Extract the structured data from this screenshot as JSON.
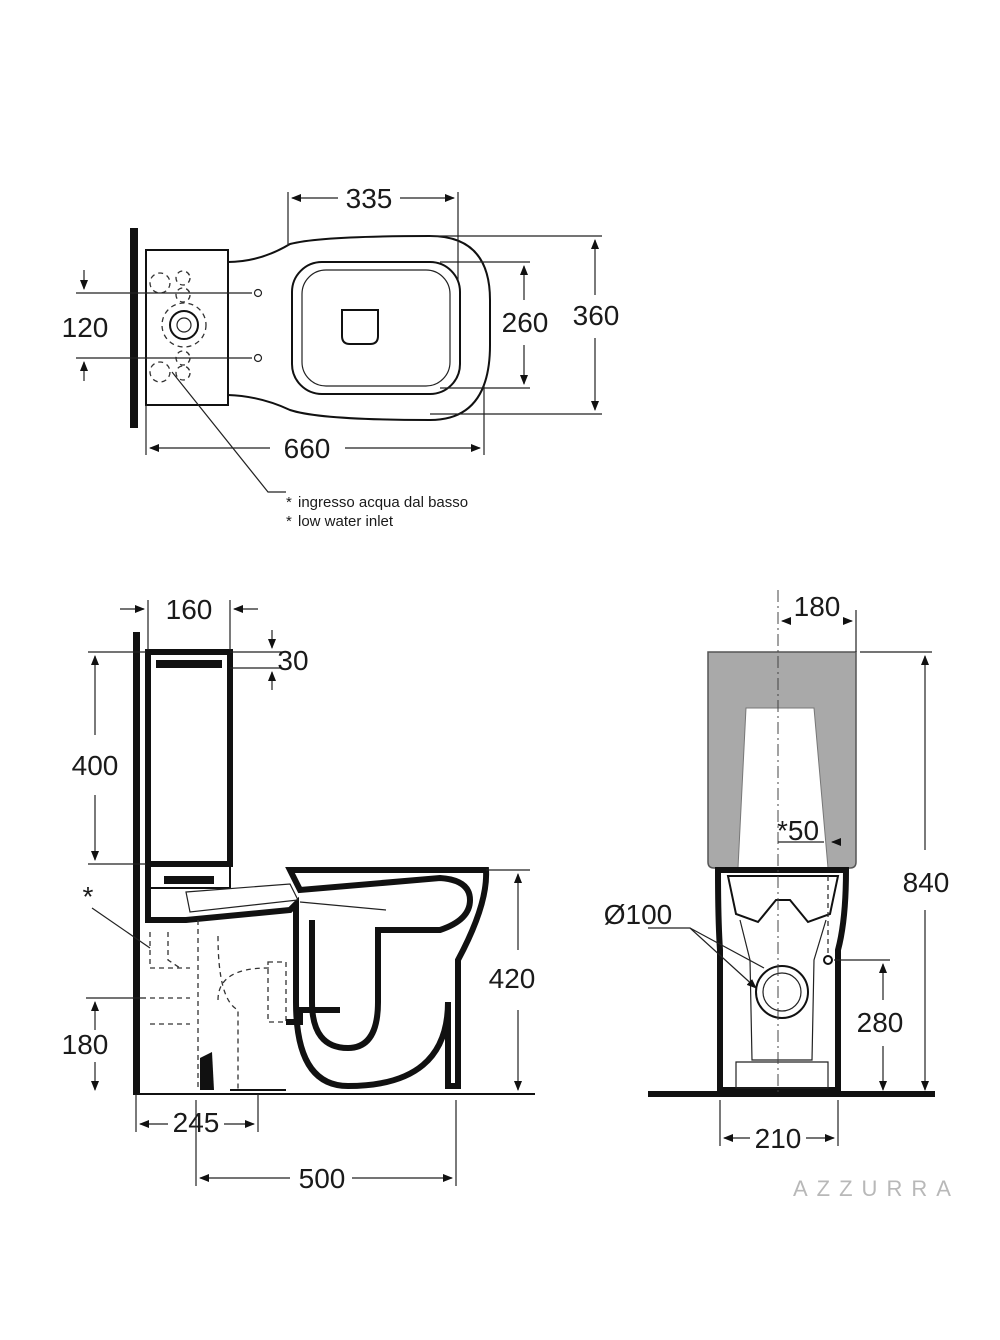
{
  "top_view": {
    "dim_width": "335",
    "dim_inner_depth": "260",
    "dim_depth": "360",
    "dim_holes": "120",
    "dim_length": "660",
    "note_it": "ingresso acqua dal basso",
    "note_en": "low water inlet",
    "note_mark": "*"
  },
  "side_view": {
    "dim_cistern_depth": "160",
    "dim_lid": "30",
    "dim_cistern_height": "400",
    "dim_bowl_height": "420",
    "dim_inlet_height": "180",
    "dim_outlet_distance": "245",
    "dim_bowl_length": "500",
    "mark": "*"
  },
  "front_view": {
    "dim_offset": "180",
    "dim_inlet_offset": "*50",
    "dim_total_height": "840",
    "dim_outlet_diameter": "Ø100",
    "dim_outlet_height": "280",
    "dim_base_width": "210",
    "watermark": "AZZURRA"
  },
  "colors": {
    "line": "#111111",
    "tank_fill": "#a9a9a9"
  }
}
